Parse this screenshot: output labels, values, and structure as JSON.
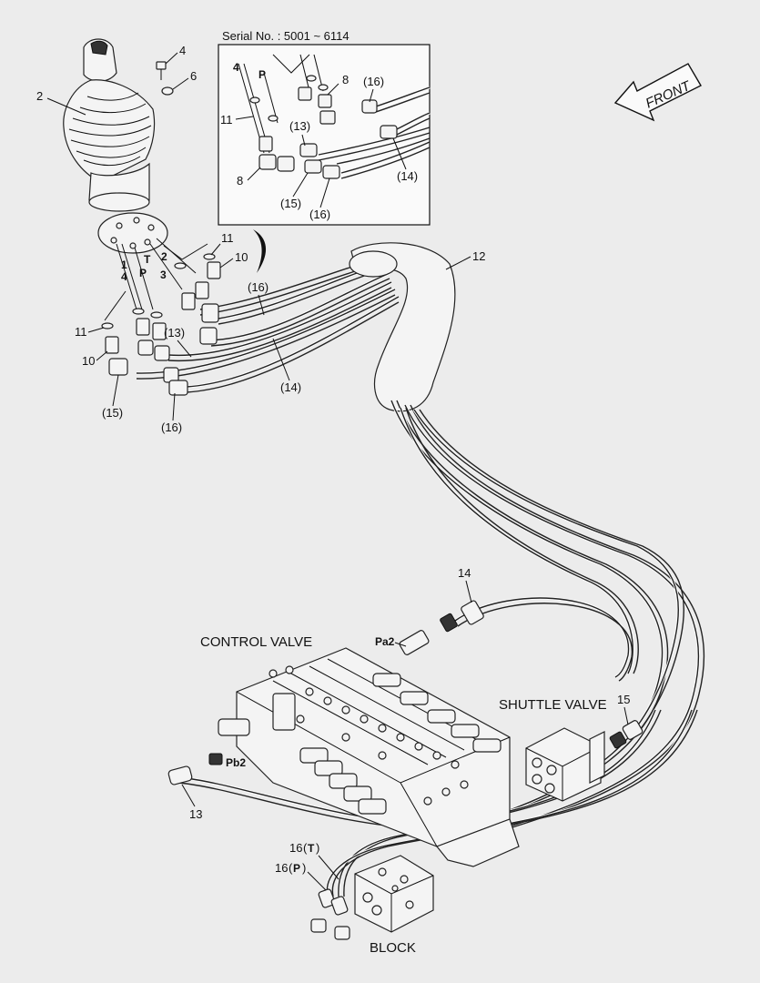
{
  "inset": {
    "serial": "Serial No. : 5001 ~ 6114"
  },
  "front_label": "FRONT",
  "components": {
    "control_valve": "CONTROL VALVE",
    "shuttle_valve": "SHUTTLE VALVE",
    "block": "BLOCK"
  },
  "ports": {
    "pa2": "Pa2",
    "pb2": "Pb2",
    "main_1": "1",
    "main_4": "4",
    "main_T": "T",
    "main_P": "P",
    "main_2": "2",
    "main_3": "3",
    "inset_4": "4",
    "inset_P": "P"
  },
  "callouts": {
    "c2": "2",
    "c4": "4",
    "c6": "6",
    "c11a": "11",
    "c10a": "10",
    "c16a": "(16)",
    "c13a": "(13)",
    "c14a": "(14)",
    "c11b": "11",
    "c10b": "10",
    "c15a": "(15)",
    "c16b": "(16)",
    "c12": "12",
    "inset_8a": "8",
    "inset_16a": "(16)",
    "inset_11": "11",
    "inset_13": "(13)",
    "inset_14": "(14)",
    "inset_8b": "8",
    "inset_15": "(15)",
    "inset_16b": "(16)",
    "c14b": "14",
    "c15b": "15",
    "c13b": "13",
    "c16T_num": "16",
    "c16T_port": "T",
    "c16P_num": "16",
    "c16P_port": "P"
  }
}
